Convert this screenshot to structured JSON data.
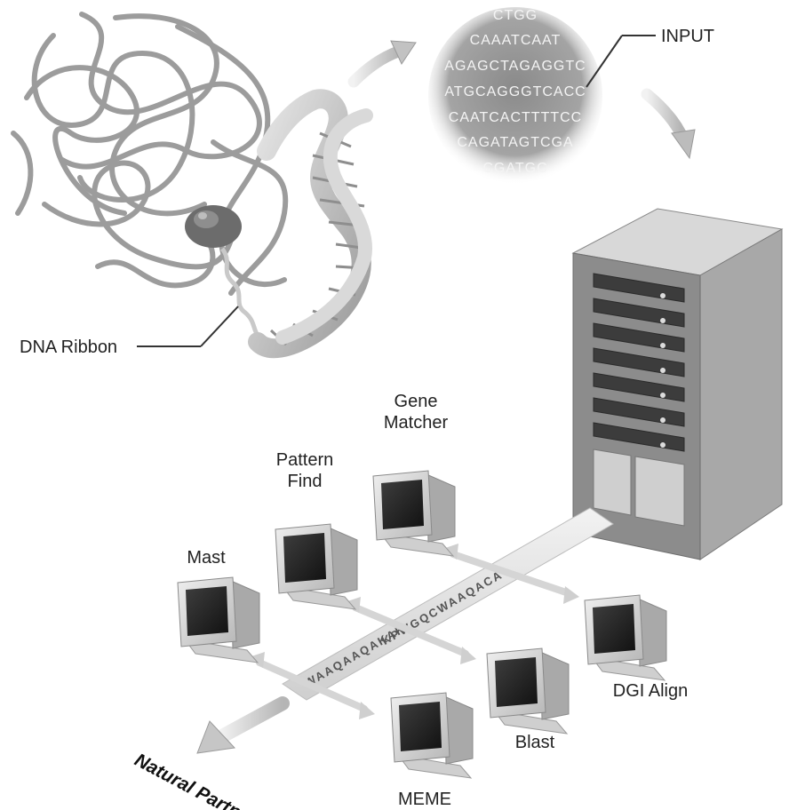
{
  "labels": {
    "input": "INPUT",
    "dna_ribbon": "DNA Ribbon",
    "natural_partner": "Natural Partner"
  },
  "input_sequence_lines": [
    "CTGG",
    "CAAATCAAT",
    "AGAGCTAGAGGTC",
    "ATGCAGGGTCACC",
    "CAATCACTTTTCC",
    "CAGATAGTCGA",
    "CGATGC"
  ],
  "protein_sequence": {
    "upper": "KPWGQCWAAQACA",
    "lower": "WAAQAAQAKAK"
  },
  "workstations": [
    {
      "id": "gene-matcher",
      "lines": [
        "Gene",
        "Matcher"
      ]
    },
    {
      "id": "pattern-find",
      "lines": [
        "Pattern",
        "Find"
      ]
    },
    {
      "id": "mast",
      "lines": [
        "Mast"
      ]
    },
    {
      "id": "dgi-align",
      "lines": [
        "DGI Align"
      ]
    },
    {
      "id": "blast",
      "lines": [
        "Blast"
      ]
    },
    {
      "id": "meme",
      "lines": [
        "MEME"
      ]
    }
  ]
}
